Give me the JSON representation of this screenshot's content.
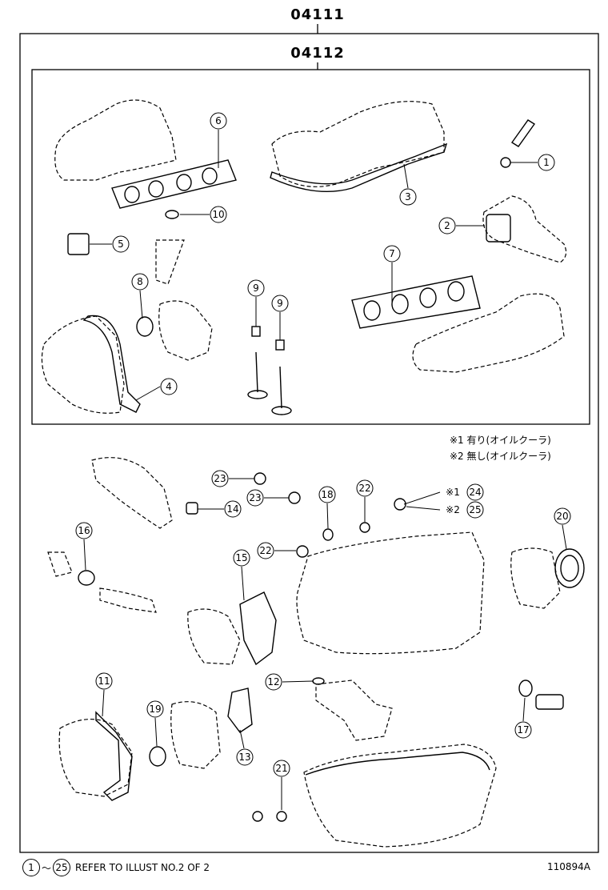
{
  "header": {
    "outer_code": "04111",
    "inner_code": "04112"
  },
  "callouts": [
    "1",
    "2",
    "3",
    "4",
    "5",
    "6",
    "7",
    "8",
    "9",
    "9",
    "10",
    "11",
    "12",
    "13",
    "14",
    "15",
    "16",
    "17",
    "18",
    "19",
    "20",
    "21",
    "22",
    "22",
    "23",
    "23",
    "24",
    "25"
  ],
  "notes": {
    "line1": "※1 有り(オイルクーラ)",
    "line2": "※2 無し(オイルクーラ)",
    "mark1": "※1",
    "mark2": "※2"
  },
  "footer": {
    "range_start": "1",
    "range_sep": "～",
    "range_end": "25",
    "reference": "REFER TO ILLUST NO.2 OF 2",
    "illustration_id": "110894A"
  }
}
